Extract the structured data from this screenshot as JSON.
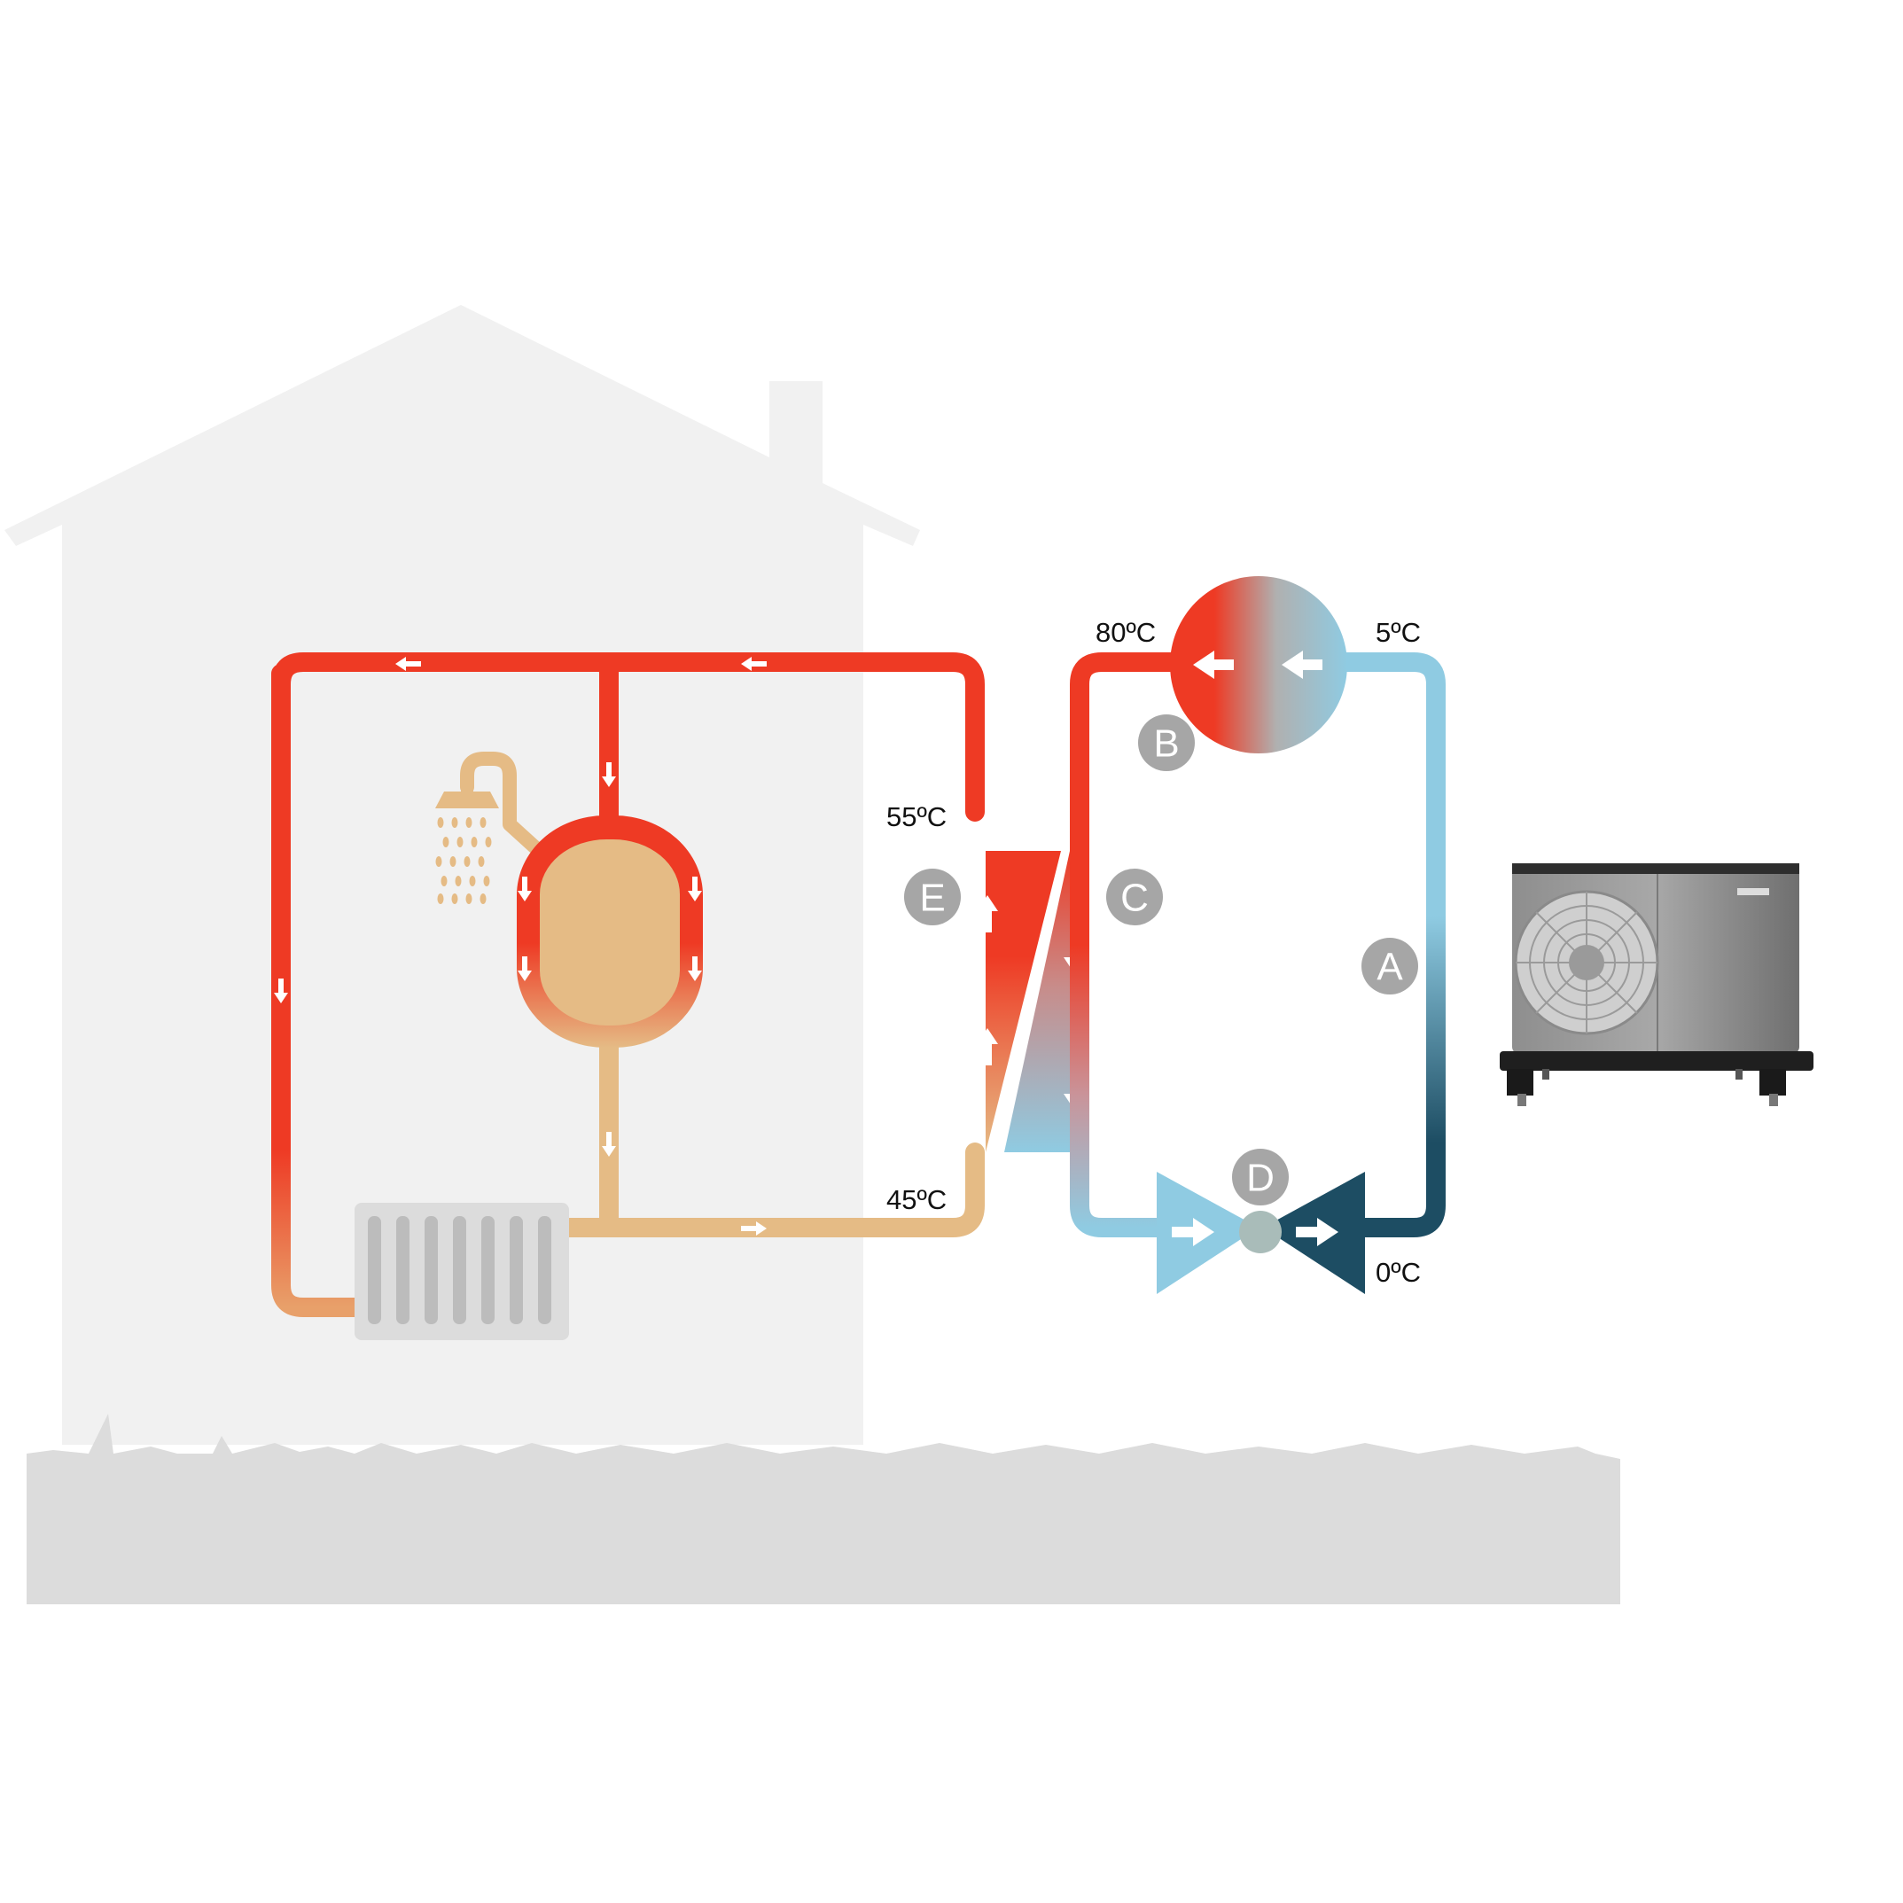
{
  "labels": {
    "a": "A",
    "b": "B",
    "c": "C",
    "d": "D",
    "e": "E"
  },
  "temperatures": {
    "compressor_out": "80ºC",
    "compressor_in": "5ºC",
    "heating_flow": "55ºC",
    "heating_return": "45ºC",
    "evaporator_out": "0ºC"
  },
  "colors": {
    "hot": "#ee3a24",
    "warm": "#e6a06a",
    "return": "#e5bb85",
    "cold": "#8fcbe2",
    "cool_dark": "#1d4d63",
    "house": "#f1f1f1",
    "ground": "#dcdcdc",
    "badge": "#a6a6a6"
  },
  "icons": {
    "shower": "shower-icon",
    "radiator": "radiator-icon",
    "tank": "water-tank",
    "outdoor_unit": "heat-pump-outdoor-unit"
  }
}
